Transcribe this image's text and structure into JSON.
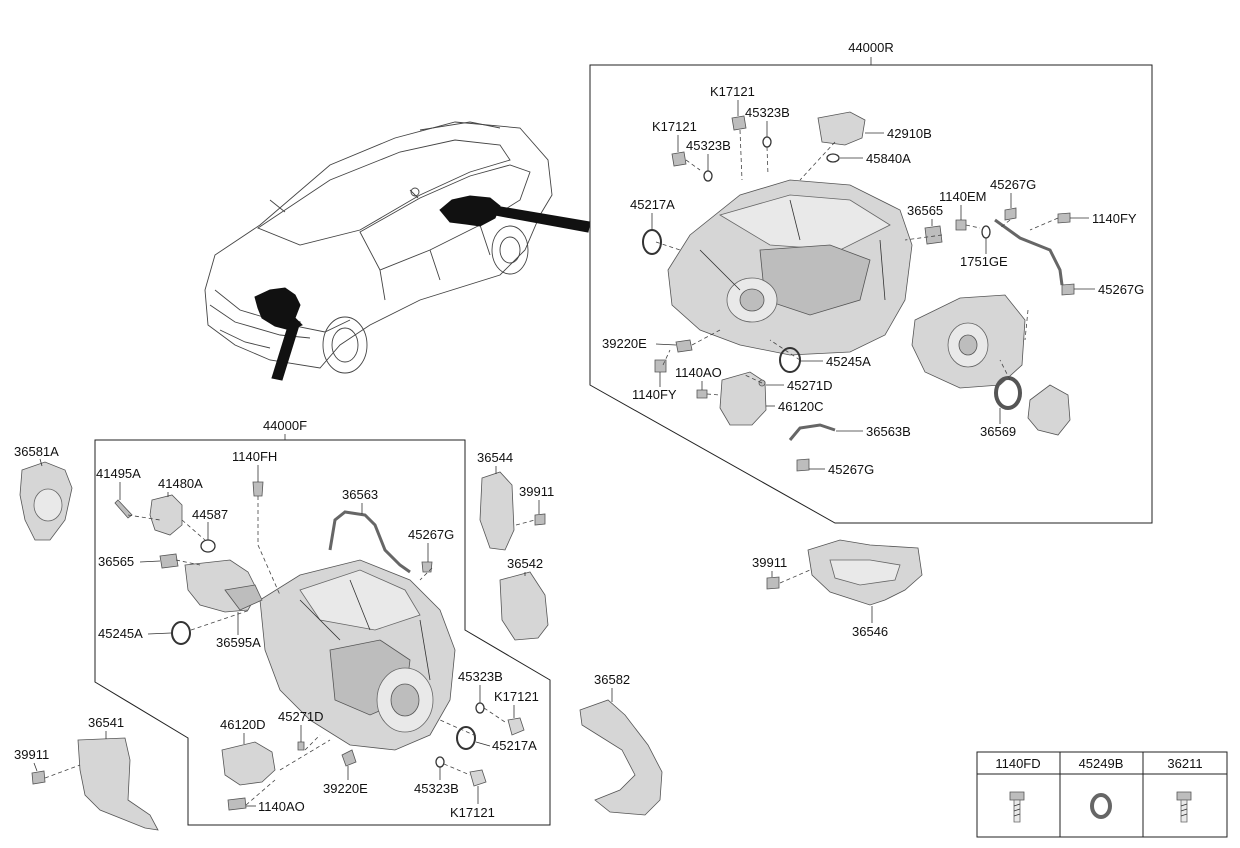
{
  "assemblies": {
    "front": "44000F",
    "rear": "44000R"
  },
  "labels": {
    "l_36581A": "36581A",
    "l_41495A": "41495A",
    "l_41480A": "41480A",
    "l_1140FH": "1140FH",
    "l_44587": "44587",
    "l_36563_f": "36563",
    "l_36565_f": "36565",
    "l_45267G_f": "45267G",
    "l_45245A_f": "45245A",
    "l_36595A": "36595A",
    "l_36544": "36544",
    "l_39911_a": "39911",
    "l_36542": "36542",
    "l_45323B_f1": "45323B",
    "l_K17121_f1": "K17121",
    "l_45217A_f": "45217A",
    "l_45323B_f2": "45323B",
    "l_K17121_f2": "K17121",
    "l_46120D": "46120D",
    "l_45271D_f": "45271D",
    "l_39220E_f": "39220E",
    "l_1140AO_f": "1140AO",
    "l_36541": "36541",
    "l_39911_b": "39911",
    "l_36582": "36582",
    "l_K17121_r1": "K17121",
    "l_K17121_r2": "K17121",
    "l_45323B_r1": "45323B",
    "l_45323B_r2": "45323B",
    "l_42910B": "42910B",
    "l_45840A": "45840A",
    "l_45217A_r": "45217A",
    "l_1140EM": "1140EM",
    "l_45267G_r1": "45267G",
    "l_36565_r": "36565",
    "l_1140FY_r1": "1140FY",
    "l_1751GE": "1751GE",
    "l_45267G_r2": "45267G",
    "l_39220E_r": "39220E",
    "l_45245A_r": "45245A",
    "l_1140AO_r": "1140AO",
    "l_45271D_r": "45271D",
    "l_1140FY_r2": "1140FY",
    "l_46120C": "46120C",
    "l_36563B": "36563B",
    "l_36569": "36569",
    "l_45267G_r3": "45267G",
    "l_39911_c": "39911",
    "l_36546": "36546"
  },
  "legend_table": {
    "columns": [
      "1140FD",
      "45249B",
      "36211"
    ],
    "icons": [
      "bolt-icon",
      "washer-icon",
      "bolt-icon"
    ]
  }
}
